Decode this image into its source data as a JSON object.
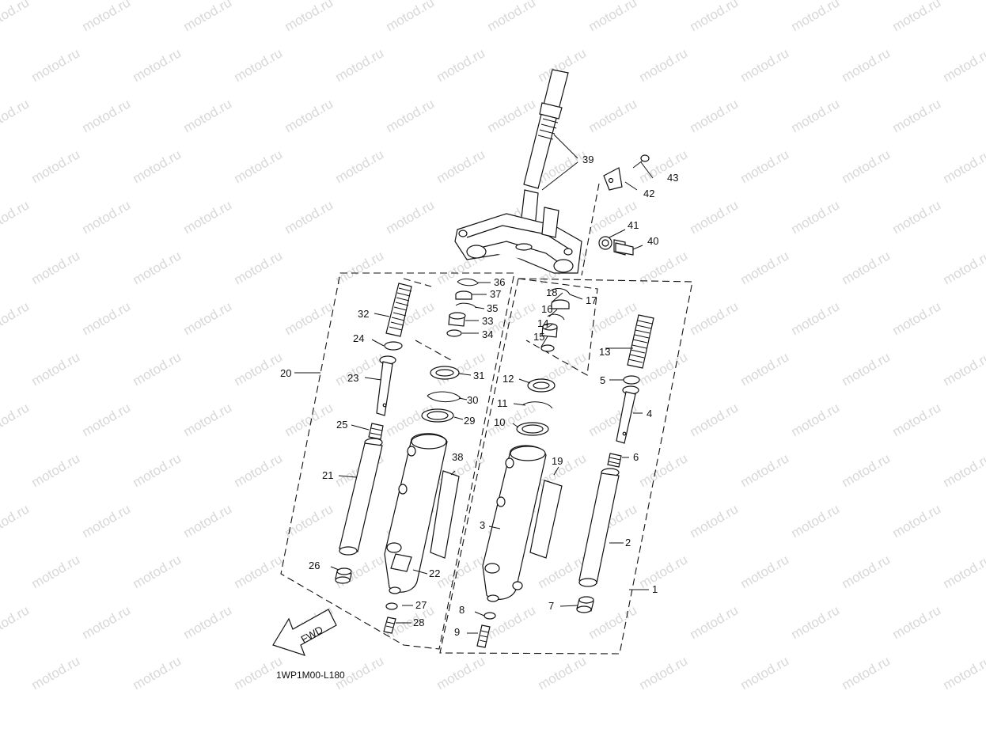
{
  "watermark": "motod.ru",
  "diagram_code": "1WP1M00-L180",
  "fwd_label": "FWD",
  "callouts": {
    "p1": "1",
    "p2": "2",
    "p3": "3",
    "p4": "4",
    "p5": "5",
    "p6": "6",
    "p7": "7",
    "p8": "8",
    "p9": "9",
    "p10": "10",
    "p11": "11",
    "p12": "12",
    "p13": "13",
    "p14": "14",
    "p15": "15",
    "p16": "16",
    "p17": "17",
    "p18": "18",
    "p19": "19",
    "p20": "20",
    "p21": "21",
    "p22": "22",
    "p23": "23",
    "p24": "24",
    "p25": "25",
    "p26": "26",
    "p27": "27",
    "p28": "28",
    "p29": "29",
    "p30": "30",
    "p31": "31",
    "p32": "32",
    "p33": "33",
    "p34": "34",
    "p35": "35",
    "p36": "36",
    "p37": "37",
    "p38": "38",
    "p39": "39",
    "p40": "40",
    "p41": "41",
    "p42": "42",
    "p43": "43"
  }
}
